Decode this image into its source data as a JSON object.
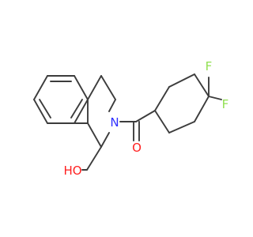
{
  "molecule": {
    "atoms": {
      "n": {
        "symbol": "N",
        "color": "#3030ff"
      },
      "o_carbonyl": {
        "symbol": "O",
        "color": "#ff1f1f"
      },
      "oh": {
        "symbol": "HO",
        "color": "#ff1f1f"
      },
      "f_upper": {
        "symbol": "F",
        "color": "#90e050"
      },
      "f_lower": {
        "symbol": "F",
        "color": "#90e050"
      }
    },
    "bond_color": "#3c3c3c"
  }
}
